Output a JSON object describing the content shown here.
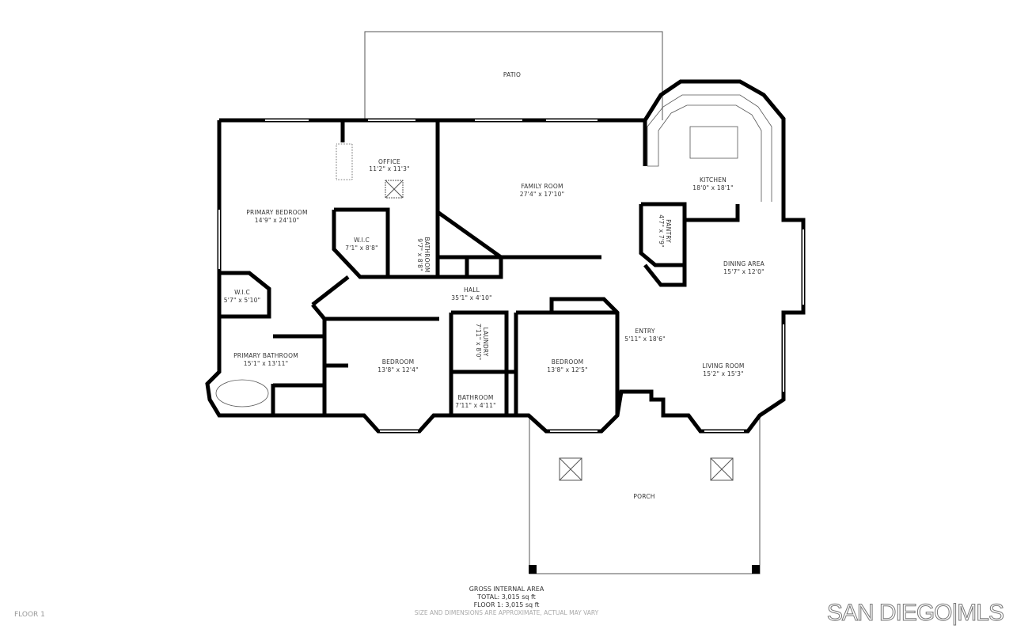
{
  "rooms": {
    "patio": {
      "name": "PATIO"
    },
    "office": {
      "name": "OFFICE",
      "dims": "11'2\" x 11'3\""
    },
    "family_room": {
      "name": "FAMILY ROOM",
      "dims": "27'4\" x 17'10\""
    },
    "kitchen": {
      "name": "KITCHEN",
      "dims": "18'0\" x 18'1\""
    },
    "primary_bedroom": {
      "name": "PRIMARY BEDROOM",
      "dims": "14'9\" x 24'10\""
    },
    "wic_1": {
      "name": "W.I.C",
      "dims": "7'1\" x 8'8\""
    },
    "bathroom_1": {
      "name": "BATHROOM",
      "dims": "9'7\" x 8'8\""
    },
    "pantry": {
      "name": "PANTRY",
      "dims": "4'7\" x 7'9\""
    },
    "dining_area": {
      "name": "DINING AREA",
      "dims": "15'7\" x 12'0\""
    },
    "wic_2": {
      "name": "W.I.C",
      "dims": "5'7\" x 5'10\""
    },
    "hall": {
      "name": "HALL",
      "dims": "35'1\" x 4'10\""
    },
    "laundry": {
      "name": "LAUNDRY",
      "dims": "7'11\" x 8'0\""
    },
    "entry": {
      "name": "ENTRY",
      "dims": "5'11\" x 18'6\""
    },
    "primary_bathroom": {
      "name": "PRIMARY BATHROOM",
      "dims": "15'1\" x 13'11\""
    },
    "bedroom_1": {
      "name": "BEDROOM",
      "dims": "13'8\" x 12'4\""
    },
    "bedroom_2": {
      "name": "BEDROOM",
      "dims": "13'8\" x 12'5\""
    },
    "living_room": {
      "name": "LIVING ROOM",
      "dims": "15'2\" x 15'3\""
    },
    "bathroom_2": {
      "name": "BATHROOM",
      "dims": "7'11\" x 4'11\""
    },
    "porch": {
      "name": "PORCH"
    }
  },
  "footer": {
    "gross_title": "GROSS INTERNAL AREA",
    "total": "TOTAL: 3,015 sq ft",
    "floor1": "FLOOR 1: 3,015 sq ft",
    "disclaimer": "SIZE AND DIMENSIONS ARE APPROXIMATE, ACTUAL MAY VARY",
    "floor_label": "FLOOR 1",
    "logo": "SAN DIEGO|MLS"
  },
  "colors": {
    "wall": "#000000",
    "outline": "#555555",
    "text": "#333333"
  }
}
